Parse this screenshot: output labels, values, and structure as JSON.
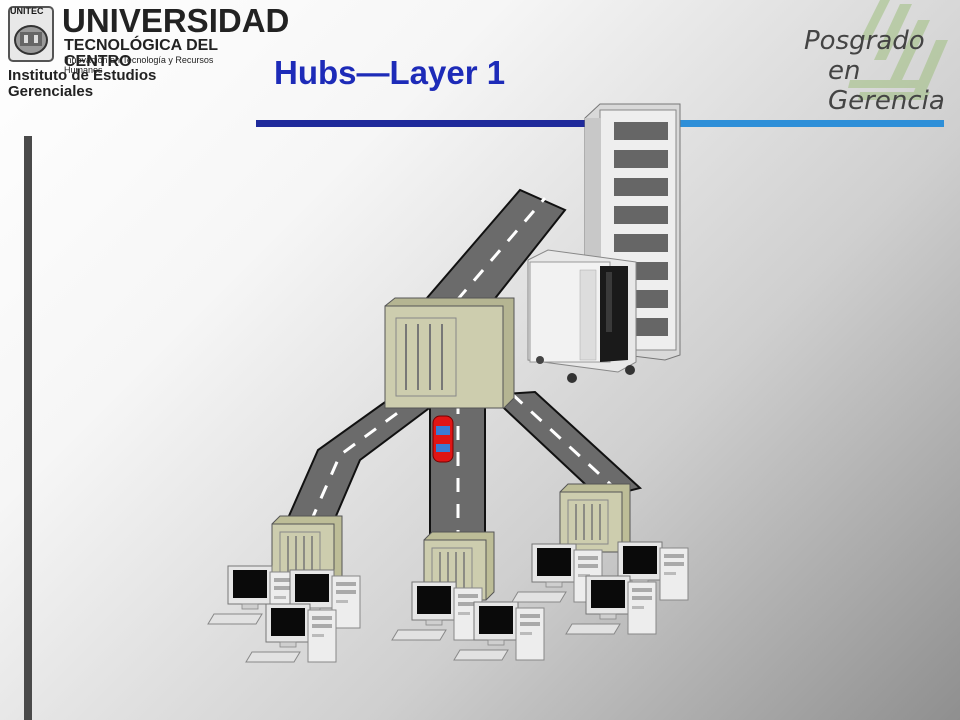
{
  "header": {
    "logo_badge_text": "UNITEC",
    "logo_title": "UNIVERSIDAD",
    "logo_subtitle": "TECNOLÓGICA DEL CENTRO",
    "logo_tagline": "Innovación en Tecnología y Recursos Humanos",
    "logo_institute": "Instituto de Estudios Gerenciales",
    "title": "Hubs—Layer 1",
    "right_logo_line1": "Posgrado",
    "right_logo_line2": "en Gerencia"
  },
  "colors": {
    "title": "#1d2bb8",
    "rule_dark": "#1f2a9b",
    "rule_light": "#2e8fd8",
    "road": "#6b6b6b",
    "hub": "#c9c9a8",
    "car": "#e01515"
  },
  "diagram": {
    "icons": [
      "server-rack-icon",
      "server-tower-icon",
      "hub-icon",
      "car-icon",
      "desktop-computer-icon"
    ]
  }
}
